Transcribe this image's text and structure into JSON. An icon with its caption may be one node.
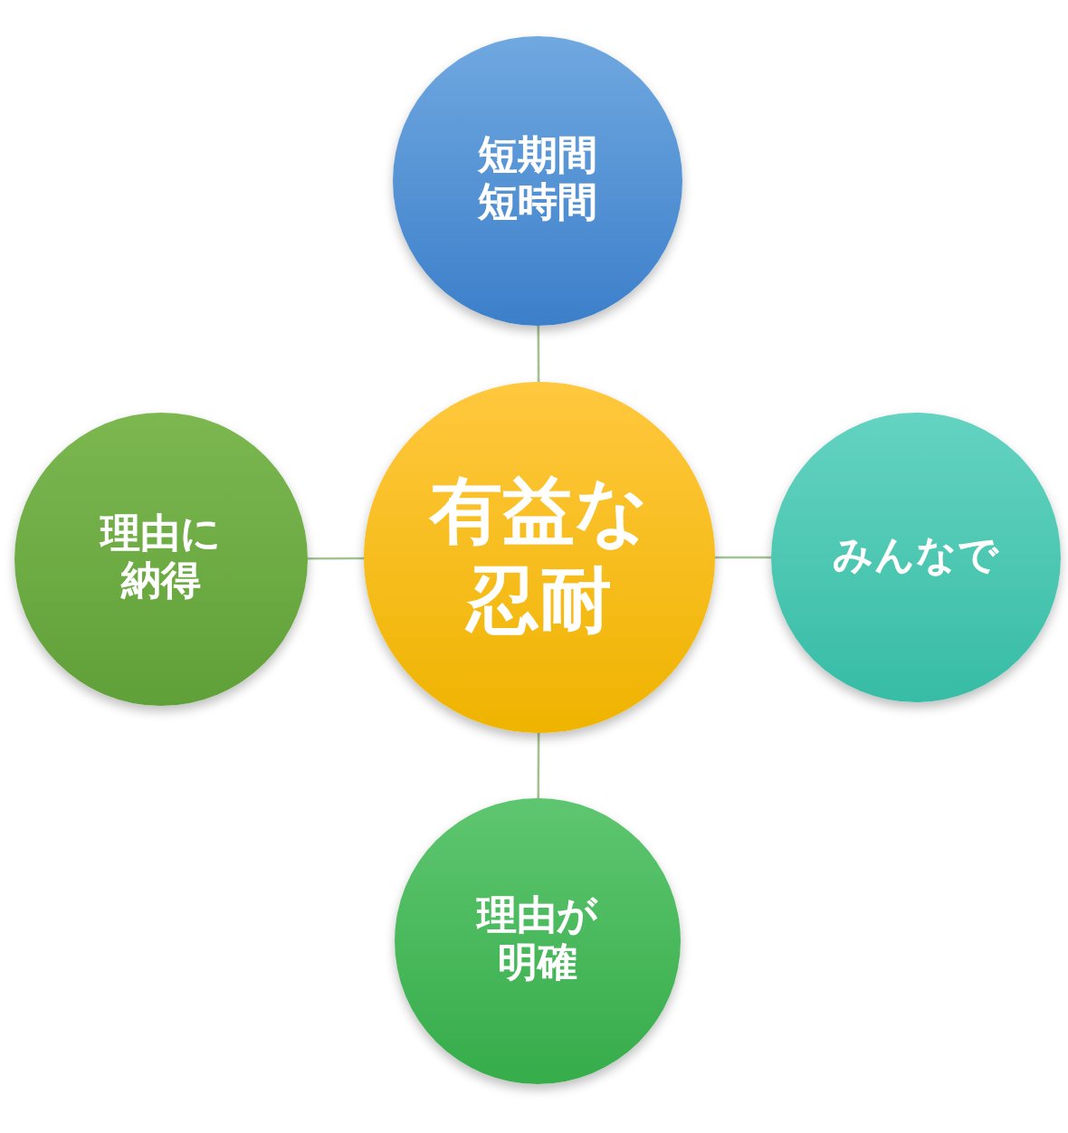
{
  "diagram": {
    "nodes": [
      {
        "text": [
          "短期間短時間"
        ]
      },
      {
        "text": [
          "理由に納得"
        ]
      },
      {
        "text": [
          "有益な忍耐"
        ]
      },
      {
        "text": [
          "みんなで"
        ]
      },
      {
        "text": [
          "理由が明確"
        ]
      }
    ],
    "edges": [
      {
        "from": 2,
        "to": 0,
        "arrow": "none"
      },
      {
        "from": 2,
        "to": 1,
        "arrow": "none"
      },
      {
        "from": 2,
        "to": 3,
        "arrow": "none"
      },
      {
        "from": 2,
        "to": 4,
        "arrow": "none"
      }
    ]
  }
}
